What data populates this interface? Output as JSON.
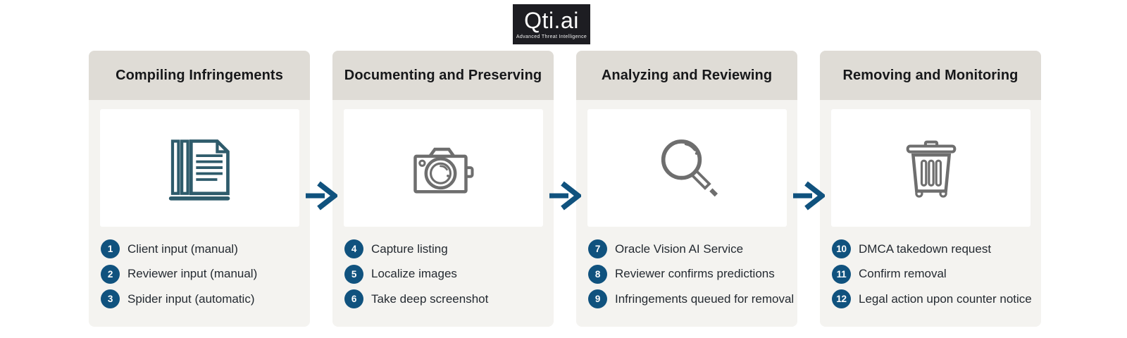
{
  "logo": {
    "brand": "Qti.ai",
    "tagline": "Advanced Threat Intelligence"
  },
  "colors": {
    "accent": "#10527E",
    "icon_gray": "#6E6E6E",
    "icon_teal": "#2E5B6B",
    "header_bg": "#DFDCD6",
    "panel_bg": "#F4F3F0",
    "logo_bg": "#1D1D22",
    "title_text": "#17181A",
    "step_text": "#242A31"
  },
  "columns": [
    {
      "title": "Compiling Infringements",
      "icon": "documents-icon",
      "steps": [
        {
          "num": "1",
          "label": "Client input (manual)"
        },
        {
          "num": "2",
          "label": "Reviewer input (manual)"
        },
        {
          "num": "3",
          "label": "Spider input (automatic)"
        }
      ]
    },
    {
      "title": "Documenting and Preserving",
      "icon": "camera-icon",
      "steps": [
        {
          "num": "4",
          "label": "Capture listing"
        },
        {
          "num": "5",
          "label": "Localize images"
        },
        {
          "num": "6",
          "label": "Take deep screenshot"
        }
      ]
    },
    {
      "title": "Analyzing and Reviewing",
      "icon": "magnifier-icon",
      "steps": [
        {
          "num": "7",
          "label": "Oracle Vision AI Service"
        },
        {
          "num": "8",
          "label": "Reviewer confirms predictions"
        },
        {
          "num": "9",
          "label": "Infringements queued for removal"
        }
      ]
    },
    {
      "title": "Removing and Monitoring",
      "icon": "trash-icon",
      "steps": [
        {
          "num": "10",
          "label": "DMCA takedown request"
        },
        {
          "num": "11",
          "label": "Confirm removal"
        },
        {
          "num": "12",
          "label": "Legal action upon counter notice"
        }
      ]
    }
  ]
}
